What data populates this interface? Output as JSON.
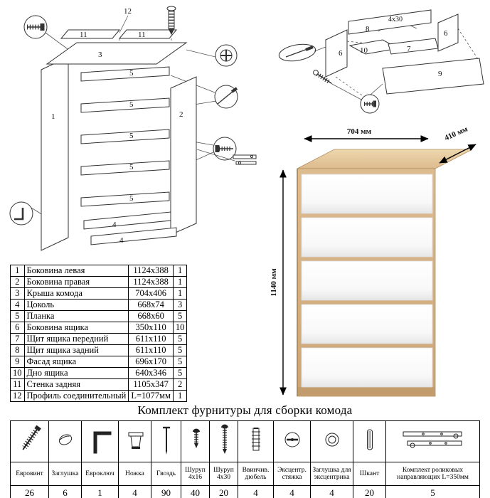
{
  "title": "Комплект фурнитуры для сборки комода",
  "dresser": {
    "width_label": "704 мм",
    "depth_label": "410 мм",
    "height_label": "1140 мм"
  },
  "cabinet_diagram": {
    "p1": "1",
    "p2": "2",
    "p3": "3",
    "p4": "4",
    "p5": "5",
    "p11": "11",
    "p12": "12"
  },
  "drawer_diagram": {
    "p6": "6",
    "p7": "7",
    "p8": "8",
    "p9": "9",
    "p10": "10",
    "screw_note": "4х30"
  },
  "parts_table": {
    "rows": [
      {
        "num": "1",
        "name": "Боковина левая",
        "size": "1124х388",
        "qty": "1"
      },
      {
        "num": "2",
        "name": "Боковина правая",
        "size": "1124х388",
        "qty": "1"
      },
      {
        "num": "3",
        "name": "Крыша комода",
        "size": "704х406",
        "qty": "1"
      },
      {
        "num": "4",
        "name": "Цоколь",
        "size": "668х74",
        "qty": "3"
      },
      {
        "num": "5",
        "name": "Планка",
        "size": "668х60",
        "qty": "5"
      },
      {
        "num": "6",
        "name": "Боковина ящика",
        "size": "350х110",
        "qty": "10"
      },
      {
        "num": "7",
        "name": "Щит ящика передний",
        "size": "611х110",
        "qty": "5"
      },
      {
        "num": "8",
        "name": "Щит ящика задний",
        "size": "611х110",
        "qty": "5"
      },
      {
        "num": "9",
        "name": "Фасад ящика",
        "size": "696х170",
        "qty": "5"
      },
      {
        "num": "10",
        "name": "Дно ящика",
        "size": "640х346",
        "qty": "5"
      },
      {
        "num": "11",
        "name": "Стенка задняя",
        "size": "1105х347",
        "qty": "2"
      },
      {
        "num": "12",
        "name": "Профиль соединительный",
        "size": "L=1077мм",
        "qty": "1"
      }
    ]
  },
  "hardware": {
    "items": [
      {
        "icon": "euro-screw",
        "label": "Евровинт",
        "qty": "26"
      },
      {
        "icon": "cap",
        "label": "Заглушка",
        "qty": "6"
      },
      {
        "icon": "hex-key",
        "label": "Евроключ",
        "qty": "1"
      },
      {
        "icon": "leg",
        "label": "Ножка",
        "qty": "4"
      },
      {
        "icon": "nail",
        "label": "Гвоздь",
        "qty": "90"
      },
      {
        "icon": "screw-4x16",
        "label": "Шуруп 4х16",
        "qty": "40"
      },
      {
        "icon": "screw-4x30",
        "label": "Шуруп 4х30",
        "qty": "20"
      },
      {
        "icon": "screw-in-dowel",
        "label": "Ввинчив. дюбель",
        "qty": "4"
      },
      {
        "icon": "cam-lock",
        "label": "Эксцентр. стяжка",
        "qty": "4"
      },
      {
        "icon": "cam-cap",
        "label": "Заглушка для эксцентрика",
        "qty": "4"
      },
      {
        "icon": "wood-dowel",
        "label": "Шкант",
        "qty": "20"
      },
      {
        "icon": "roller-guides",
        "label": "Комплект роликовых направляющих L=350мм",
        "qty": "5"
      }
    ]
  }
}
